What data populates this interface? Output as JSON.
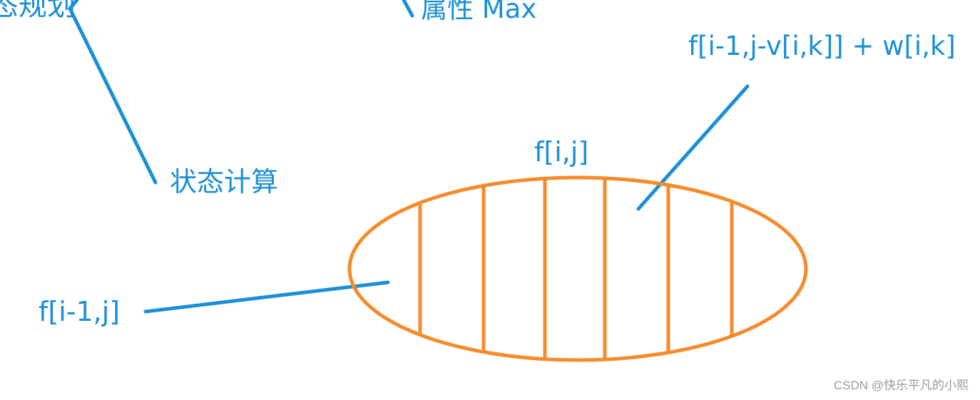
{
  "labels": {
    "dp_fragment": "态规划",
    "attribute": "属性 Max",
    "transfer": "f[i-1,j-v[i,k]] + w[i,k]",
    "state": "f[i,j]",
    "state_calc": "状态计算",
    "prev_state": "f[i-1,j]"
  },
  "watermark": "CSDN @快乐平凡的小熙",
  "colors": {
    "text": "#1a8fd6",
    "connector": "#1a8fd6",
    "set_outline": "#f58b2a"
  }
}
